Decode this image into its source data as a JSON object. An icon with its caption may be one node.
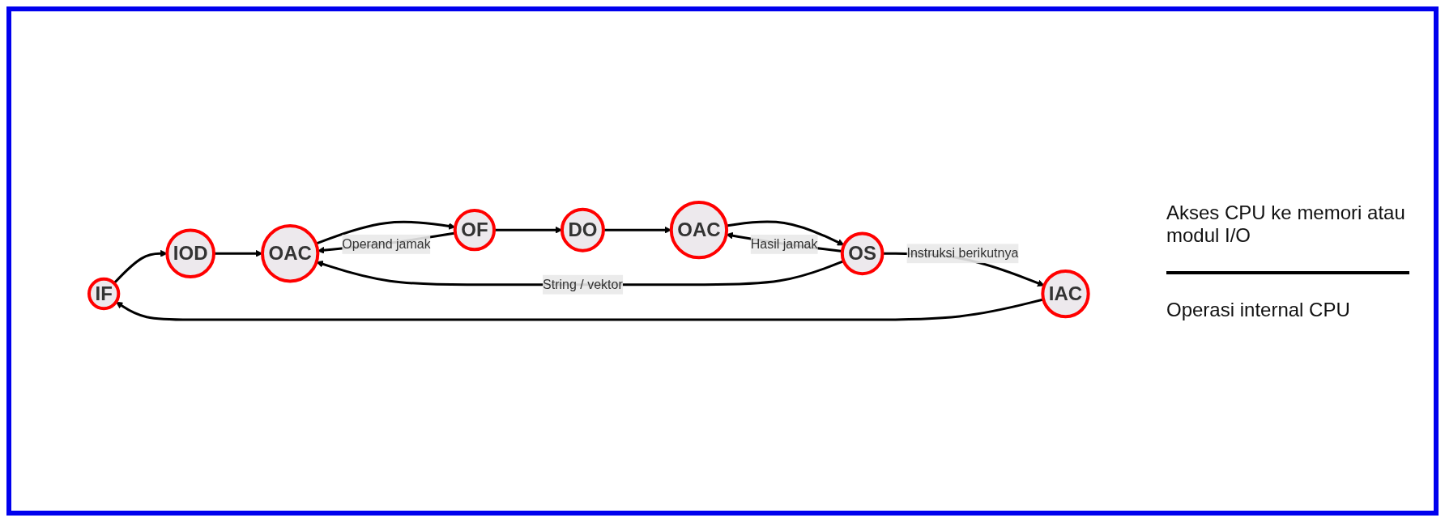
{
  "diagram": {
    "nodes": [
      {
        "text": [
          "IF"
        ]
      },
      {
        "text": [
          "OF"
        ]
      },
      {
        "text": [
          "OS"
        ]
      },
      {
        "text": [
          "IAC"
        ]
      },
      {
        "text": [
          "IOD"
        ]
      },
      {
        "text": [
          "OAC"
        ]
      },
      {
        "text": [
          "DO"
        ]
      },
      {
        "text": [
          "OAC"
        ]
      }
    ],
    "edges": [
      {
        "from": 3,
        "to": 0,
        "arrow": "to"
      },
      {
        "from": 0,
        "to": 4,
        "arrow": "to"
      },
      {
        "from": 4,
        "to": 5,
        "arrow": "to"
      },
      {
        "from": 5,
        "to": 1,
        "arrow": "to"
      },
      {
        "from": 1,
        "to": 5,
        "arrow": "to",
        "label": "Operand jamak"
      },
      {
        "from": 1,
        "to": 6,
        "arrow": "to"
      },
      {
        "from": 6,
        "to": 7,
        "arrow": "to"
      },
      {
        "from": 7,
        "to": 2,
        "arrow": "to"
      },
      {
        "from": 2,
        "to": 7,
        "arrow": "to",
        "label": "Hasil jamak"
      },
      {
        "from": 2,
        "to": 3,
        "arrow": "to",
        "label": "Instruksi berikutnya"
      },
      {
        "from": 2,
        "to": 5,
        "arrow": "to",
        "label": "String / vektor"
      }
    ],
    "labels": [
      "Akses CPU ke memori atau modul I/O",
      "Operasi internal CPU"
    ]
  }
}
